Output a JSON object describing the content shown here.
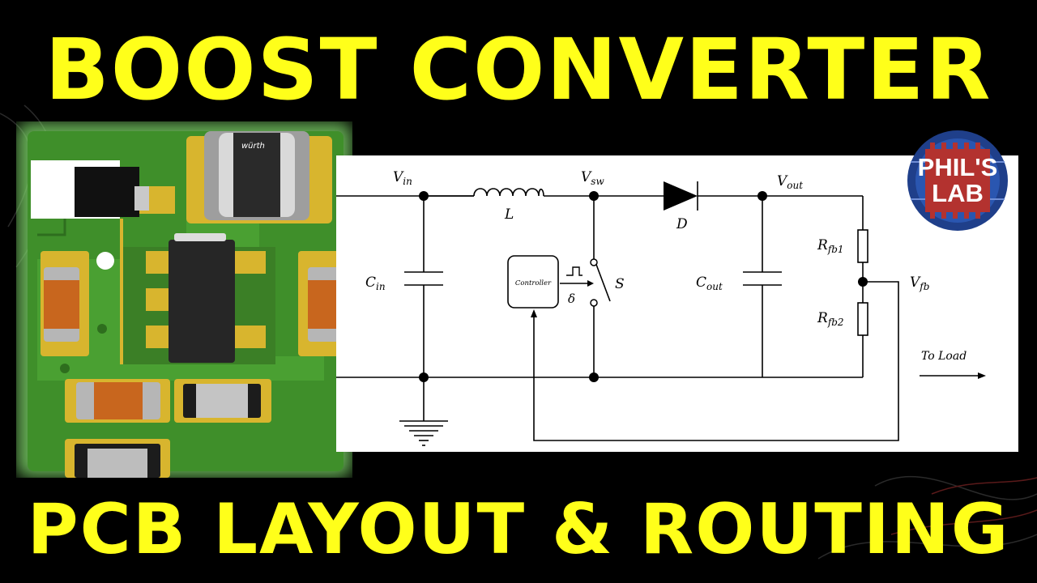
{
  "titles": {
    "top": "BOOST CONVERTER",
    "bottom": "PCB LAYOUT & ROUTING"
  },
  "logo": {
    "line1": "PHIL'S",
    "line2": "LAB"
  },
  "pcb": {
    "inductor_marking": "würth"
  },
  "schematic": {
    "vin": "V",
    "vin_sub": "in",
    "vsw": "V",
    "vsw_sub": "sw",
    "vout": "V",
    "vout_sub": "out",
    "vfb": "V",
    "vfb_sub": "fb",
    "inductor": "L",
    "diode": "D",
    "switch": "S",
    "duty": "δ",
    "controller": "Controller",
    "cin": "C",
    "cin_sub": "in",
    "cout": "C",
    "cout_sub": "out",
    "rfb1": "R",
    "rfb1_sub": "fb1",
    "rfb2": "R",
    "rfb2_sub": "fb2",
    "to_load": "To Load"
  },
  "colors": {
    "title_yellow": "#ffff1a",
    "pcb_green": "#3f8f2a",
    "pad_gold": "#d8b52e",
    "schematic_bg": "#ffffff",
    "logo_red": "#b3322f",
    "logo_blue": "#1f3f8a"
  }
}
